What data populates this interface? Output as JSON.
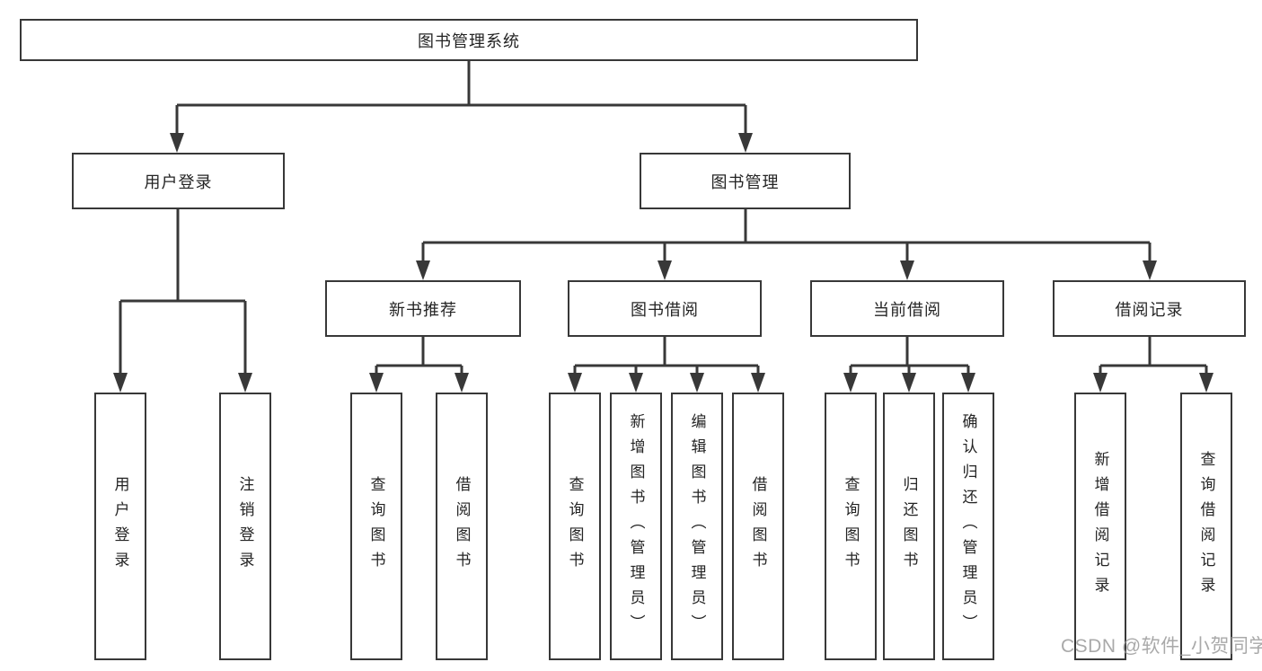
{
  "diagram": {
    "root": {
      "label": "图书管理系统"
    },
    "children": [
      {
        "label": "用户登录",
        "children": [
          {
            "label": "用户登录"
          },
          {
            "label": "注销登录"
          }
        ]
      },
      {
        "label": "图书管理",
        "children": [
          {
            "label": "新书推荐",
            "children": [
              {
                "label": "查询图书"
              },
              {
                "label": "借阅图书"
              }
            ]
          },
          {
            "label": "图书借阅",
            "children": [
              {
                "label": "查询图书"
              },
              {
                "label": "新增图书（管理员）"
              },
              {
                "label": "编辑图书（管理员）"
              },
              {
                "label": "借阅图书"
              }
            ]
          },
          {
            "label": "当前借阅",
            "children": [
              {
                "label": "查询图书"
              },
              {
                "label": "归还图书"
              },
              {
                "label": "确认归还（管理员）"
              }
            ]
          },
          {
            "label": "借阅记录",
            "children": [
              {
                "label": "新增借阅记录"
              },
              {
                "label": "查询借阅记录"
              }
            ]
          }
        ]
      }
    ]
  },
  "watermark": {
    "text": "CSDN @软件_小贺同学"
  },
  "colors": {
    "line": "#383838",
    "box_border": "#383838",
    "text": "#242424",
    "background": "#ffffff",
    "watermark": "#9b9b9b"
  }
}
